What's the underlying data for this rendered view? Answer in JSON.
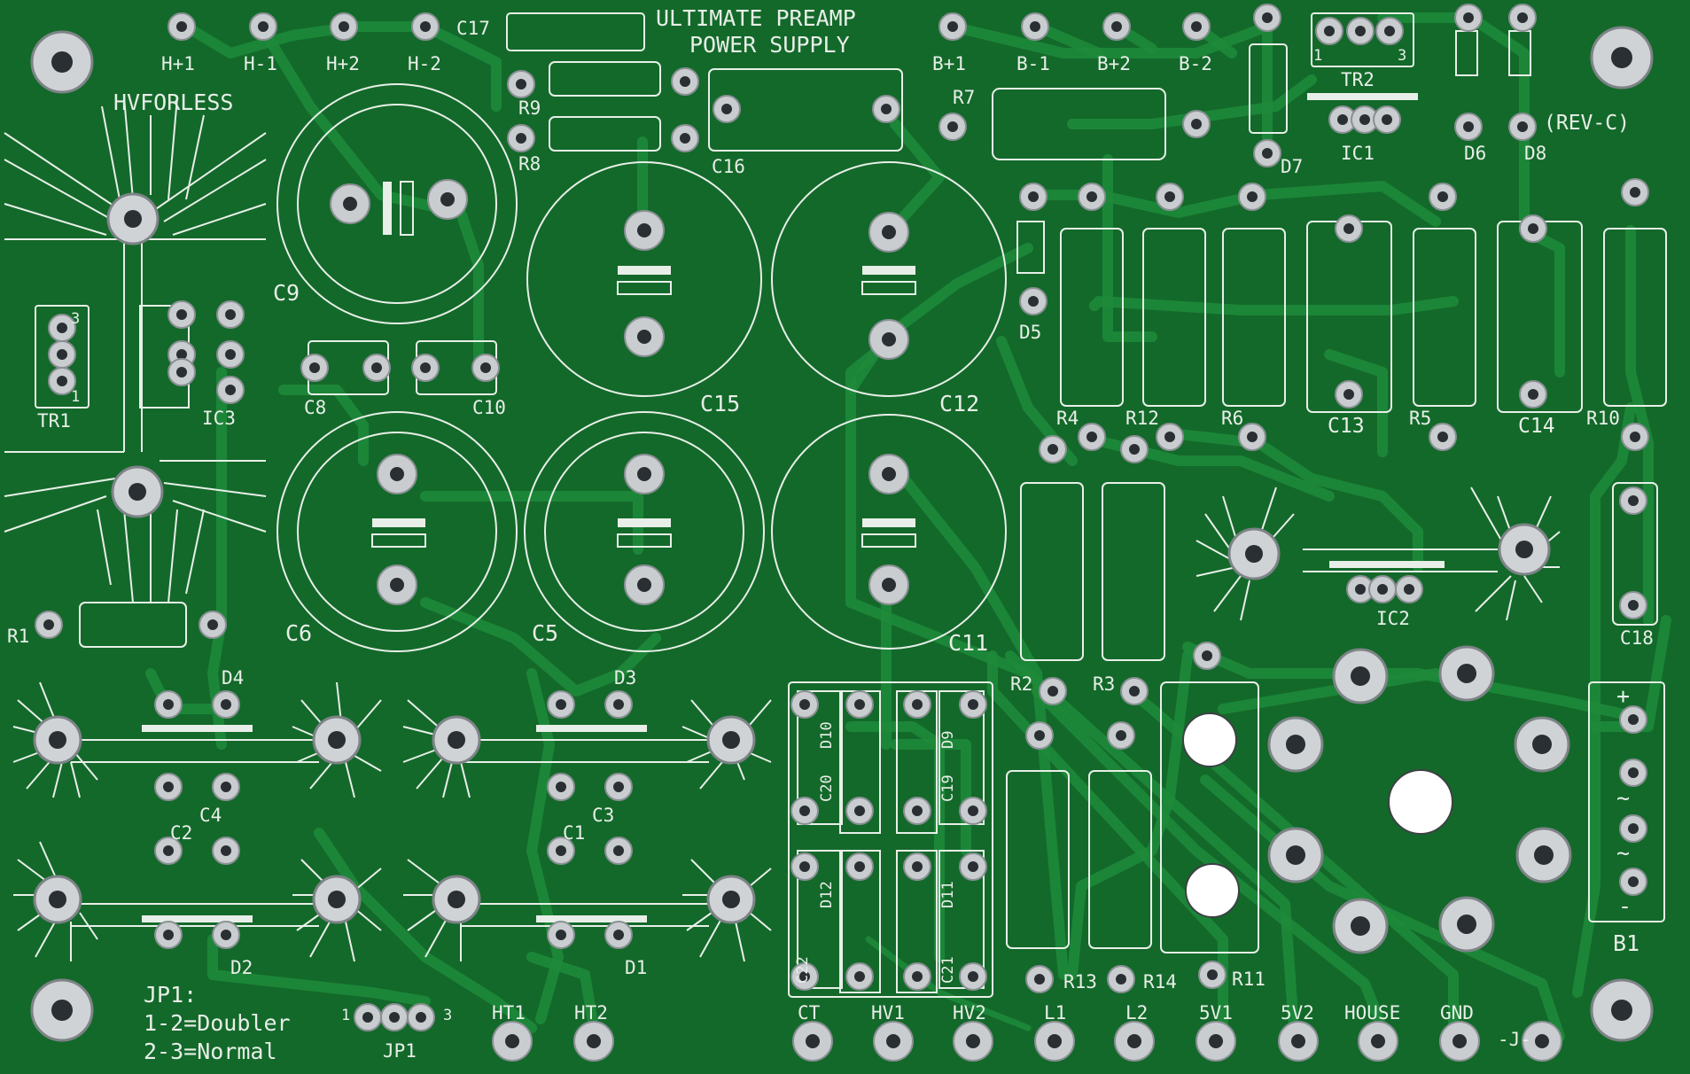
{
  "board": {
    "title_line1": "ULTIMATE PREAMP",
    "title_line2": "POWER SUPPLY",
    "brand": "HVFORLESS",
    "revision": "(REV-C)",
    "colors": {
      "soldermask": "#13692a",
      "silkscreen": "#e8efe8",
      "pad": "#c9cdd0"
    }
  },
  "labels": {
    "heater": [
      "H+1",
      "H-1",
      "H+2",
      "H-2"
    ],
    "b_plus": [
      "B+1",
      "B-1",
      "B+2",
      "B-2"
    ],
    "caps": {
      "c17": "C17",
      "c16": "C16",
      "c9": "C9",
      "c15": "C15",
      "c12": "C12",
      "c11": "C11",
      "c6": "C6",
      "c5": "C5",
      "c8": "C8",
      "c10": "C10",
      "c13": "C13",
      "c14": "C14",
      "c18": "C18",
      "c4": "C4",
      "c2": "C2",
      "c3": "C3",
      "c1": "C1",
      "c20": "C20",
      "c19": "C19",
      "c22": "C22",
      "c21": "C21"
    },
    "resistors": {
      "r9": "R9",
      "r8": "R8",
      "r7": "R7",
      "r1": "R1",
      "r4": "R4",
      "r12": "R12",
      "r6": "R6",
      "r5": "R5",
      "r10": "R10",
      "r2": "R2",
      "r3": "R3",
      "r13": "R13",
      "r14": "R14",
      "r11": "R11"
    },
    "diodes": {
      "d7": "D7",
      "d6": "D6",
      "d8": "D8",
      "d5": "D5",
      "d4": "D4",
      "d3": "D3",
      "d2": "D2",
      "d1": "D1",
      "d10": "D10",
      "d9": "D9",
      "d12": "D12",
      "d11": "D11"
    },
    "semis": {
      "tr1": "TR1",
      "tr2": "TR2",
      "ic1": "IC1",
      "ic2": "IC2",
      "ic3": "IC3",
      "b1": "B1"
    },
    "pin_marks": {
      "one": "1",
      "three": "3",
      "plus": "+",
      "minus": "-",
      "tilde": "~"
    },
    "jumper": {
      "title": "JP1:",
      "line1": "1-2=Doubler",
      "line2": "2-3=Normal",
      "name": "JP1",
      "pin1": "1",
      "pin3": "3"
    },
    "bottom_connectors": [
      "HT1",
      "HT2",
      "CT",
      "HV1",
      "HV2",
      "L1",
      "L2",
      "5V1",
      "5V2",
      "HOUSE",
      "GND"
    ],
    "j_label": "-J-"
  }
}
